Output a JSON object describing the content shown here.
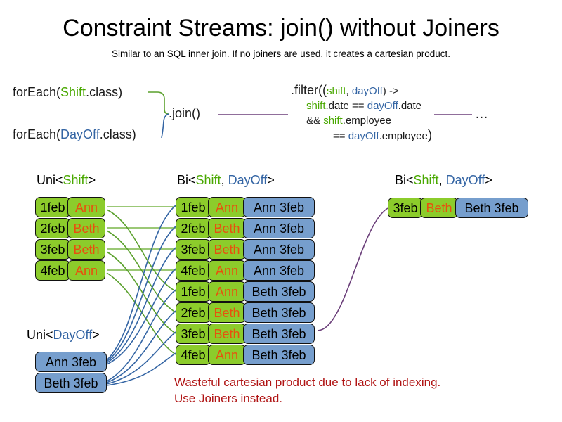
{
  "title": "Constraint Streams: join() without Joiners",
  "subtitle": "Similar to an SQL inner join. If no joiners are used, it creates a cartesian product.",
  "colors": {
    "shift_green_text": "#49a800",
    "dayoff_blue_text": "#3465a4",
    "cell_green": "#8ccc2b",
    "cell_blue": "#769ecd",
    "name_orange": "#e8500e",
    "warning_red": "#b01414",
    "wire_green": "#5aa02c",
    "wire_blue": "#3465a4",
    "wire_purple": "#6b3f7a"
  },
  "code": {
    "for_each_shift": {
      "prefix": "forEach(",
      "type": "Shift",
      "suffix": ".class)"
    },
    "for_each_dayoff": {
      "prefix": "forEach(",
      "type": "DayOff",
      "suffix": ".class)"
    },
    "join_call": ".join()",
    "ellipsis": "…",
    "filter": {
      "line1_a": ".filter((",
      "line1_shift": "shift",
      "line1_comma": ", ",
      "line1_dayoff": "dayOff",
      "line1_b": ") ->",
      "line2_shift": "shift",
      "line2_mid": ".date == ",
      "line2_dayoff": "dayOff",
      "line2_end": ".date",
      "line3_amp": "&& ",
      "line3_shift": "shift",
      "line3_end": ".employee",
      "line4_eq": "== ",
      "line4_dayoff": "dayOff",
      "line4_end": ".employee",
      "line4_paren": ")"
    }
  },
  "streams": {
    "uni_shift": {
      "label": {
        "prefix": "Uni<",
        "type": "Shift",
        "suffix": ">"
      },
      "rows": [
        {
          "date": "1feb",
          "name": "Ann"
        },
        {
          "date": "2feb",
          "name": "Beth"
        },
        {
          "date": "3feb",
          "name": "Beth"
        },
        {
          "date": "4feb",
          "name": "Ann"
        }
      ]
    },
    "uni_dayoff": {
      "label": {
        "prefix": "Uni<",
        "type": "DayOff",
        "suffix": ">"
      },
      "rows": [
        {
          "dayoff": "Ann 3feb"
        },
        {
          "dayoff": "Beth 3feb"
        }
      ]
    },
    "bi_mid": {
      "label": {
        "prefix": "Bi<",
        "type1": "Shift",
        "comma": ", ",
        "type2": "DayOff",
        "suffix": ">"
      },
      "rows": [
        {
          "date": "1feb",
          "name": "Ann",
          "dayoff": "Ann 3feb"
        },
        {
          "date": "2feb",
          "name": "Beth",
          "dayoff": "Ann 3feb"
        },
        {
          "date": "3feb",
          "name": "Beth",
          "dayoff": "Ann 3feb"
        },
        {
          "date": "4feb",
          "name": "Ann",
          "dayoff": "Ann 3feb"
        },
        {
          "date": "1feb",
          "name": "Ann",
          "dayoff": "Beth 3feb"
        },
        {
          "date": "2feb",
          "name": "Beth",
          "dayoff": "Beth 3feb"
        },
        {
          "date": "3feb",
          "name": "Beth",
          "dayoff": "Beth 3feb"
        },
        {
          "date": "4feb",
          "name": "Ann",
          "dayoff": "Beth 3feb"
        }
      ]
    },
    "bi_right": {
      "label": {
        "prefix": "Bi<",
        "type1": "Shift",
        "comma": ", ",
        "type2": "DayOff",
        "suffix": ">"
      },
      "rows": [
        {
          "date": "3feb",
          "name": "Beth",
          "dayoff": "Beth 3feb"
        }
      ]
    }
  },
  "warning": {
    "line1": "Wasteful cartesian product due to lack of indexing.",
    "line2": "Use Joiners instead."
  }
}
